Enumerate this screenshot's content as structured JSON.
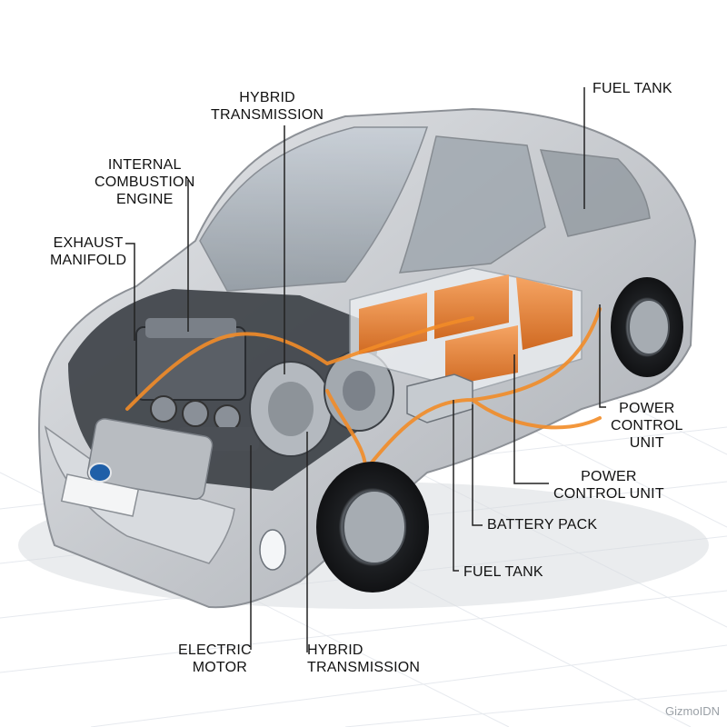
{
  "labels": {
    "hybrid_transmission_top": [
      "HYBRID",
      "TRANSMISSION"
    ],
    "fuel_tank_top": [
      "FUEL TANK"
    ],
    "internal_combustion_engine": [
      "INTERNAL",
      "COMBUSTION",
      "ENGINE"
    ],
    "exhaust_manifold": [
      "EXHAUST",
      "MANIFOLD"
    ],
    "power_control_unit_right": [
      "POWER",
      "CONTROL",
      "UNIT"
    ],
    "power_control_unit_mid": [
      "POWER",
      "CONTROL UNIT"
    ],
    "battery_pack": [
      "BATTERY PACK"
    ],
    "fuel_tank_bottom": [
      "FUEL TANK"
    ],
    "electric_motor": [
      "ELECTRIC",
      "MOTOR"
    ],
    "hybrid_transmission_bottom": [
      "HYBRID",
      "TRANSMISSION"
    ]
  },
  "watermark": "GizmoIDN",
  "colors": {
    "car_body": "#c9ccd1",
    "battery": "#e8843a",
    "energy_flow": "#f28c28",
    "leader_line": "#222222",
    "brand_badge": "#1f5fa8"
  }
}
